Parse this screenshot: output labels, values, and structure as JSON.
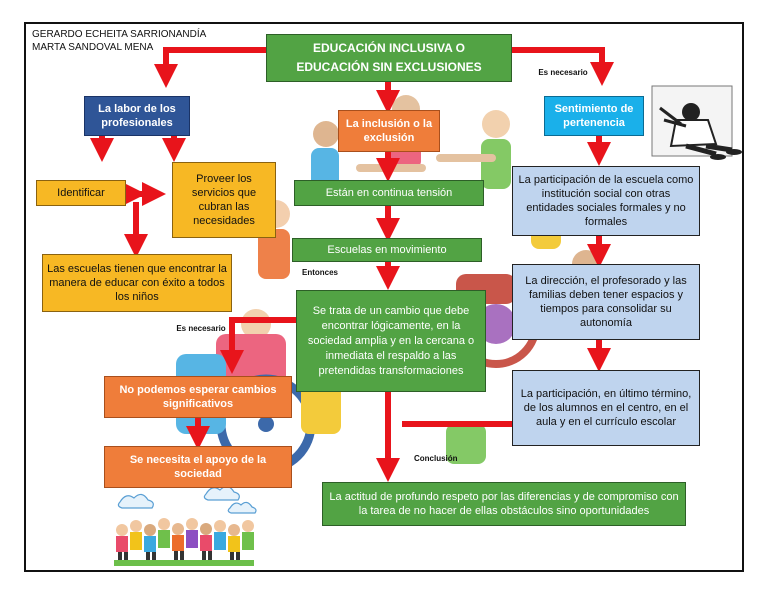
{
  "authors": [
    "GERARDO ECHEITA SARRIONANDÍA",
    "MARTA SANDOVAL MENA"
  ],
  "title": {
    "line1": "EDUCACIÓN INCLUSIVA O",
    "line2": "EDUCACIÓN SIN EXCLUSIONES"
  },
  "boxes": {
    "labor": "La labor de los profesionales",
    "identificar": "Identificar",
    "proveer": "Proveer los servicios que cubran las necesidades",
    "escuelas_manera": "Las escuelas tienen que encontrar la manera de educar con éxito a todos los niños",
    "inclusion": "La inclusión o la exclusión",
    "tension": "Están en continua tensión",
    "movimiento": "Escuelas en movimiento",
    "cambio": "Se trata de un cambio que debe encontrar lógicamente, en la sociedad amplia y en la cercana o inmediata el respaldo a las pretendidas transformaciones",
    "no_esperar": "No podemos esperar cambios significativos",
    "apoyo": "Se necesita el apoyo de la sociedad",
    "pertenencia": "Sentimiento de pertenencia",
    "participacion_escuela": "La participación de la escuela como institución social con otras entidades sociales formales y no formales",
    "direccion": "La dirección, el profesorado y las familias deben tener espacios y tiempos para consolidar su autonomía",
    "participacion_alumnos": "La participación, en último término, de los alumnos en el centro, en el aula y en el currículo escolar",
    "actitud": "La actitud de profundo respeto por las diferencias y de compromiso con la tarea de no hacer de ellas obstáculos sino oportunidades"
  },
  "labels": {
    "es_necesario_top": "Es necesario",
    "es_necesario_left": "Es necesario",
    "entonces": "Entonces",
    "conclusion": "Conclusión"
  },
  "colors": {
    "arrow": "#e8141b",
    "green": "#52a344",
    "blue": "#2f5597",
    "cyan": "#1ab0ea",
    "orange": "#ef7d3a",
    "yellow": "#f7b824",
    "light_blue": "#bfd4ee"
  }
}
